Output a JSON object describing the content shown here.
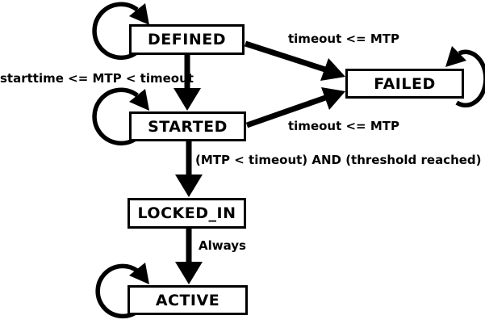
{
  "diagram": {
    "type": "state-machine",
    "colors": {
      "background": "#ffffff",
      "stroke": "#000000",
      "box_fill": "#ffffff",
      "text": "#000000"
    },
    "states": [
      {
        "id": "DEFINED",
        "label": "DEFINED",
        "self_loop": true
      },
      {
        "id": "FAILED",
        "label": "FAILED",
        "self_loop": true
      },
      {
        "id": "STARTED",
        "label": "STARTED",
        "self_loop": true
      },
      {
        "id": "LOCKED_IN",
        "label": "LOCKED_IN",
        "self_loop": false
      },
      {
        "id": "ACTIVE",
        "label": "ACTIVE",
        "self_loop": true
      }
    ],
    "transitions": [
      {
        "from": "DEFINED",
        "to": "FAILED",
        "label": "timeout <= MTP"
      },
      {
        "from": "DEFINED",
        "to": "STARTED",
        "label": "starttime <= MTP < timeout"
      },
      {
        "from": "STARTED",
        "to": "FAILED",
        "label": "timeout <= MTP"
      },
      {
        "from": "STARTED",
        "to": "LOCKED_IN",
        "label": "(MTP < timeout) AND (threshold reached)"
      },
      {
        "from": "LOCKED_IN",
        "to": "ACTIVE",
        "label": "Always"
      }
    ]
  }
}
